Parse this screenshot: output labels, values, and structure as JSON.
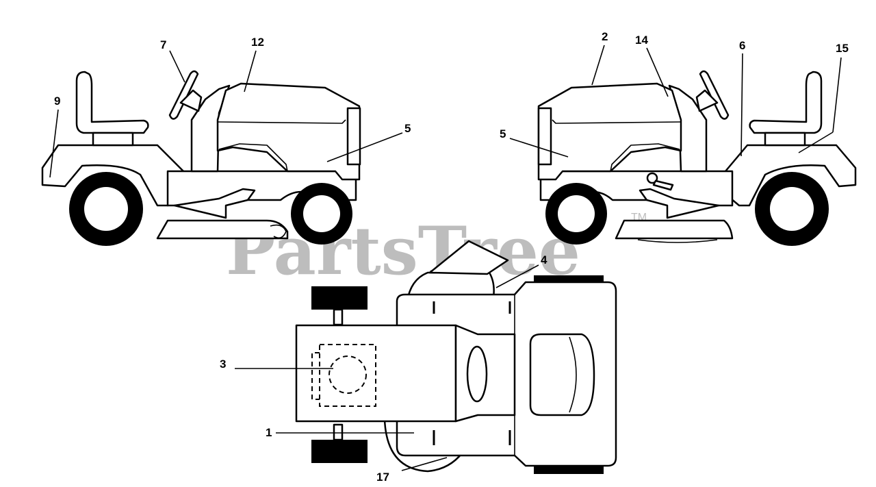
{
  "watermark": {
    "text": "PartsTree",
    "trademark": "TM"
  },
  "callouts": {
    "c1": "1",
    "c2": "2",
    "c3": "3",
    "c4": "4",
    "c5_left": "5",
    "c5_right": "5",
    "c6": "6",
    "c7": "7",
    "c9": "9",
    "c12": "12",
    "c14": "14",
    "c15": "15",
    "c17": "17"
  }
}
